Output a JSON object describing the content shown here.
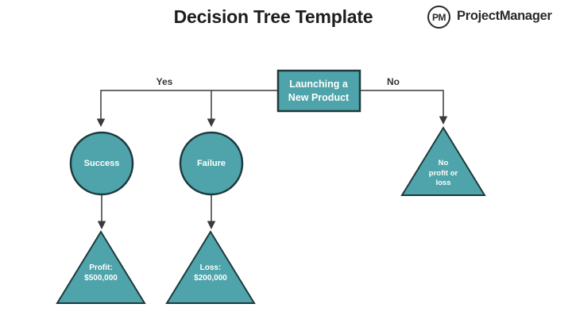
{
  "header": {
    "title": "Decision Tree Template",
    "logo": {
      "monogram": "PM",
      "brand": "ProjectManager"
    }
  },
  "colors": {
    "node_fill": "#4ea4aa",
    "node_stroke": "#1e3a3c",
    "connector": "#3a3a3a",
    "node_text": "#ffffff",
    "ink": "#1d1d1d"
  },
  "diagram": {
    "root": {
      "id": "root",
      "label": "Launching a\nNew Product",
      "shape": "rectangle"
    },
    "branches": [
      {
        "label": "Yes",
        "children": [
          {
            "id": "success",
            "label": "Success",
            "shape": "circle",
            "child": {
              "id": "profit",
              "label": "Profit:\n$500,000",
              "shape": "triangle"
            }
          },
          {
            "id": "failure",
            "label": "Failure",
            "shape": "circle",
            "child": {
              "id": "loss",
              "label": "Loss:\n$200,000",
              "shape": "triangle"
            }
          }
        ]
      },
      {
        "label": "No",
        "children": [
          {
            "id": "no_profit",
            "label": "No\nprofit or\nloss",
            "shape": "triangle"
          }
        ]
      }
    ]
  }
}
